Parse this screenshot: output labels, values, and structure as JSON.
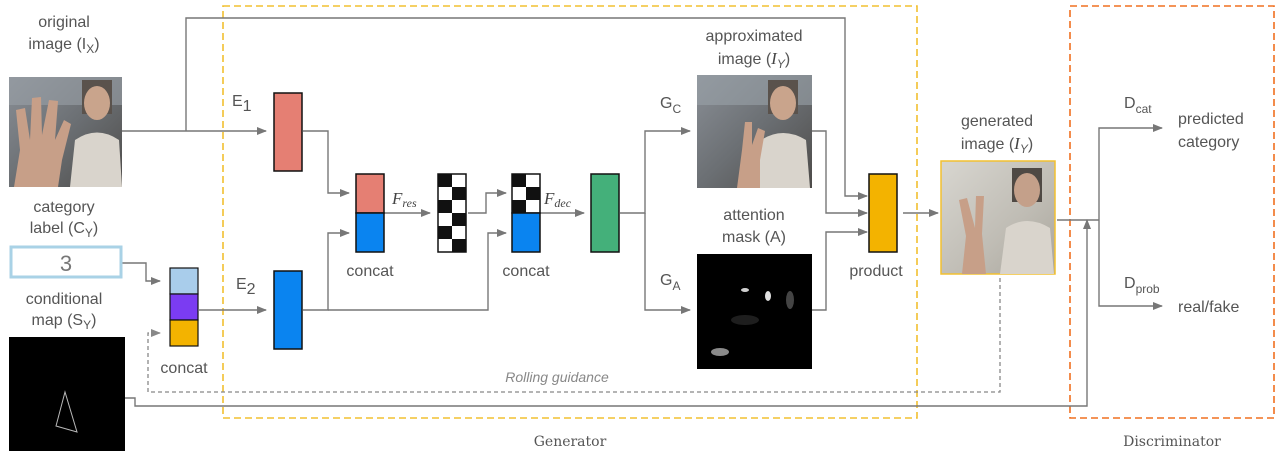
{
  "inputs": {
    "original_image": {
      "line1": "original",
      "line2": "image (I",
      "sub": "X",
      "close": ")"
    },
    "category_label": {
      "line1": "category",
      "line2": "label (C",
      "sub": "Y",
      "close": ")",
      "value": "3"
    },
    "conditional_map": {
      "line1": "conditional",
      "line2": "map (S",
      "sub": "Y",
      "close": ")"
    }
  },
  "encoders": {
    "e1": {
      "main": "E",
      "sub": "1"
    },
    "e2": {
      "main": "E",
      "sub": "2"
    }
  },
  "ops": {
    "concat_input": "concat",
    "concat_1": "concat",
    "concat_2": "concat",
    "product": "product"
  },
  "features": {
    "res": {
      "main": "F",
      "sub": "res"
    },
    "dec": {
      "main": "F",
      "sub": "dec"
    }
  },
  "generators": {
    "gc": {
      "main": "G",
      "sub": "C"
    },
    "ga": {
      "main": "G",
      "sub": "A"
    }
  },
  "outputs": {
    "approximated": {
      "line1": "approximated",
      "line2": "image (",
      "symbol": "I",
      "sub": "Y",
      "close": ")"
    },
    "attention": {
      "line1": "attention",
      "line2": "mask (A)"
    },
    "generated": {
      "line1": "generated",
      "line2": "image (",
      "symbol": "I",
      "sub": "Y",
      "close": ")"
    }
  },
  "discriminator_heads": {
    "cat": {
      "main": "D",
      "sub": "cat",
      "label_line1": "predicted",
      "label_line2": "category"
    },
    "prob": {
      "main": "D",
      "sub": "prob",
      "label": "real/fake"
    }
  },
  "rolling_guidance": "Rolling guidance",
  "sections": {
    "generator": "Generator",
    "discriminator": "Discriminator"
  },
  "colors": {
    "e1_block": "#e57f73",
    "e2_block": "#0a84f0",
    "decoder_block": "#44b07a",
    "product_block": "#f3b300",
    "concat_light_blue": "#a9cdeb",
    "concat_purple": "#7b3cf2",
    "concat_orange": "#f3b300",
    "generator_border": "#f2c030",
    "discriminator_border": "#f07020",
    "category_box_border": "#a9d2e6"
  }
}
